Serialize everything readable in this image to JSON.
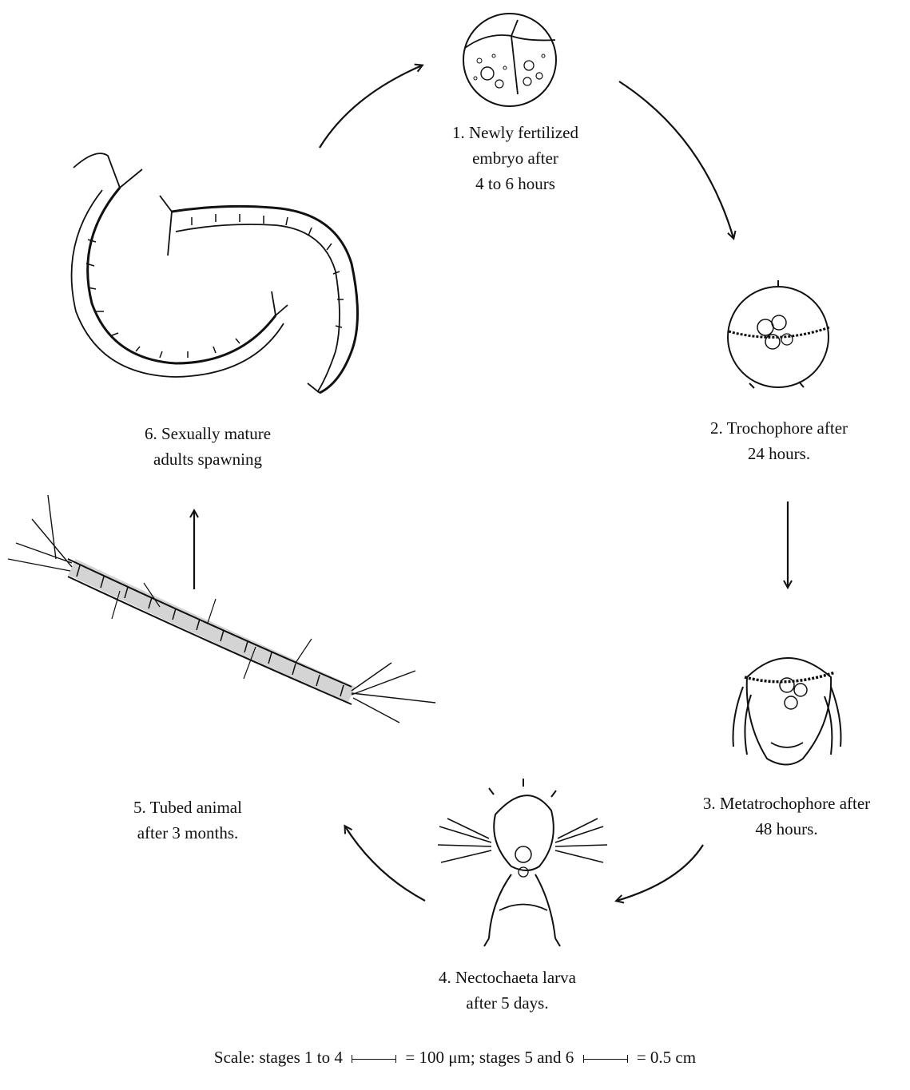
{
  "stages": [
    {
      "lines": [
        "1. Newly fertilized",
        "embryo after",
        "4 to 6 hours"
      ]
    },
    {
      "lines": [
        "2. Trochophore after",
        "24 hours."
      ]
    },
    {
      "lines": [
        "3. Metatrochophore after",
        "48 hours."
      ]
    },
    {
      "lines": [
        "4. Nectochaeta larva",
        "after 5 days."
      ]
    },
    {
      "lines": [
        "5. Tubed animal",
        "after 3 months."
      ]
    },
    {
      "lines": [
        "6. Sexually mature",
        "adults spawning"
      ]
    }
  ],
  "scale": {
    "prefix": "Scale: stages 1 to 4",
    "value1": "= 100 μm; stages 5 and 6",
    "value2": "= 0.5 cm"
  }
}
